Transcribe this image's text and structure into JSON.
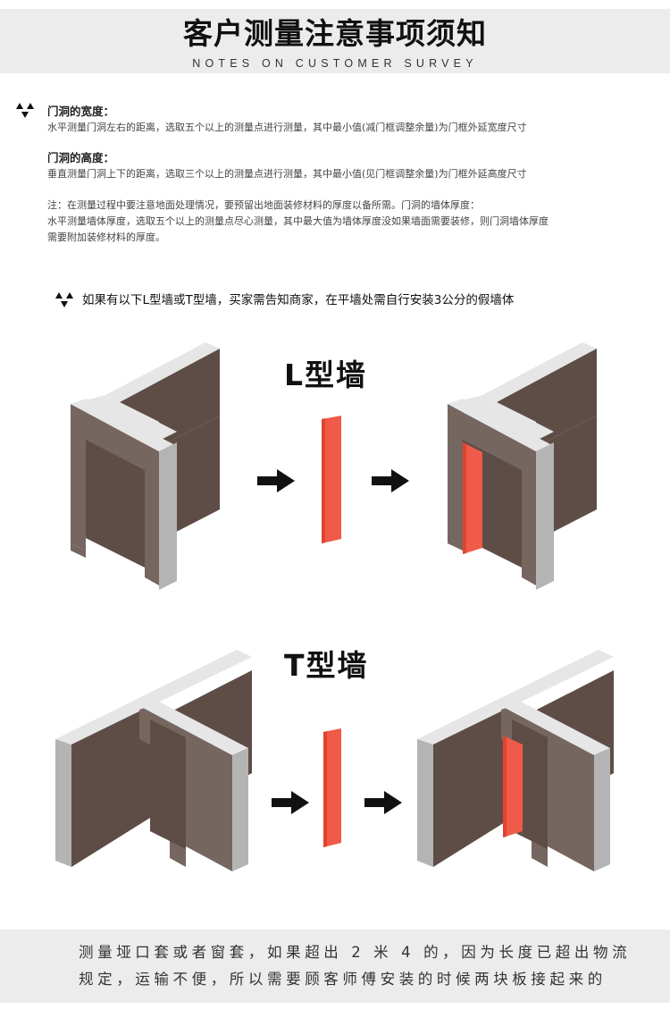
{
  "header": {
    "title": "客户测量注意事项须知",
    "subtitle": "NOTES ON CUSTOMER SURVEY"
  },
  "notes": {
    "icon": "radiation-hazard-icon",
    "width": {
      "heading": "门洞的宽度：",
      "text": "水平测量门洞左右的距离，选取五个以上的测量点进行测量，其中最小值(减门框调整余量)为门框外延宽度尺寸"
    },
    "height": {
      "heading": "门洞的高度：",
      "text": "垂直测量门洞上下的距离，选取三个以上的测量点进行测量，其中最小值(见门框调整余量)为门框外延高度尺寸"
    },
    "remark": {
      "lines": [
        "注：在测量过程中要注意地面处理情况，要预留出地面装修材料的厚度以备所需。门洞的墙体厚度：",
        "水平测量墙体厚度，选取五个以上的测量点尽心测量，其中最大值为墙体厚度没如果墙面需要装修，则门洞墙体厚度",
        "需要附加装修材料的厚度。"
      ]
    }
  },
  "wall_notice": {
    "icon": "radiation-hazard-icon",
    "text": "如果有以下L型墙或T型墙，买家需告知商家，在平墙处需自行安装3公分的假墙体"
  },
  "diagrams": [
    {
      "title": "L型墙",
      "steps": [
        "l-wall-original",
        "fake-wall-panel",
        "l-wall-with-panel"
      ]
    },
    {
      "title": "T型墙",
      "steps": [
        "t-wall-original",
        "fake-wall-panel",
        "t-wall-with-panel"
      ]
    }
  ],
  "colors": {
    "wall_dark": "#5e4d46",
    "wall_mid": "#766660",
    "wall_top": "#e6e6e6",
    "wall_edge": "#b4b4b4",
    "panel_red": "#f05a48",
    "panel_red_dark": "#e04430",
    "band_gray": "#ececec"
  },
  "footer": {
    "lines": [
      "测量垭口套或者窗套，如果超出 2 米 4 的，因为长度已超出物流",
      "规定，运输不便，所以需要顾客师傅安装的时候两块板接起来的"
    ]
  }
}
